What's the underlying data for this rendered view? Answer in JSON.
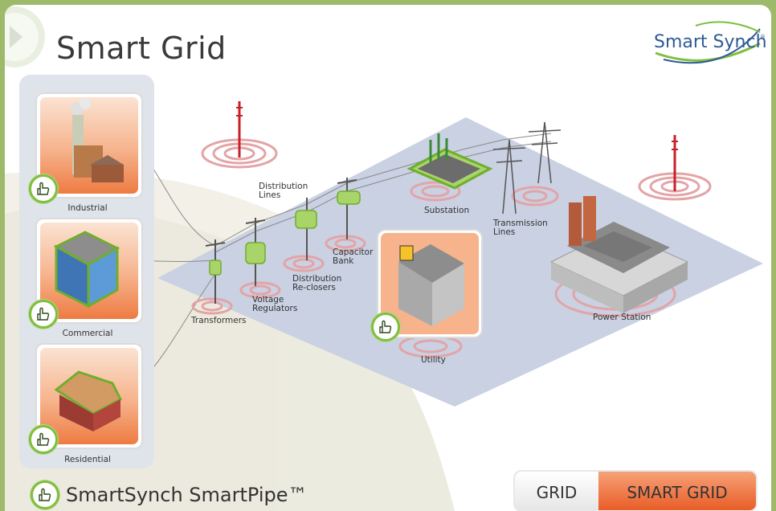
{
  "page": {
    "title": "Smart Grid",
    "logo_text": "Smart Synch",
    "logo_mark": "®"
  },
  "sidebar": {
    "items": [
      {
        "label": "Industrial",
        "icon": "factory-icon"
      },
      {
        "label": "Commercial",
        "icon": "office-building-icon"
      },
      {
        "label": "Residential",
        "icon": "house-icon"
      }
    ]
  },
  "diagram": {
    "labels": {
      "transformers": "Transformers",
      "voltage_regulators": "Voltage\nRegulators",
      "distribution_lines": "Distribution\nLines",
      "distribution_reclosers": "Distribution\nRe-closers",
      "capacitor_bank": "Capacitor\nBank",
      "substation": "Substation",
      "transmission_lines": "Transmission\nLines",
      "utility": "Utility",
      "power_station": "Power Station"
    }
  },
  "footer": {
    "smartpipe_label": "SmartSynch SmartPipe™"
  },
  "toggle": {
    "grid_label": "GRID",
    "smart_grid_label": "SMART GRID",
    "selected": "SMART GRID"
  },
  "colors": {
    "brand_green": "#7fbf3e",
    "brand_blue": "#2f5a96",
    "accent_orange": "#ee7b42",
    "signal_red": "#d9595f",
    "plane_blue": "#c7d0e2"
  }
}
